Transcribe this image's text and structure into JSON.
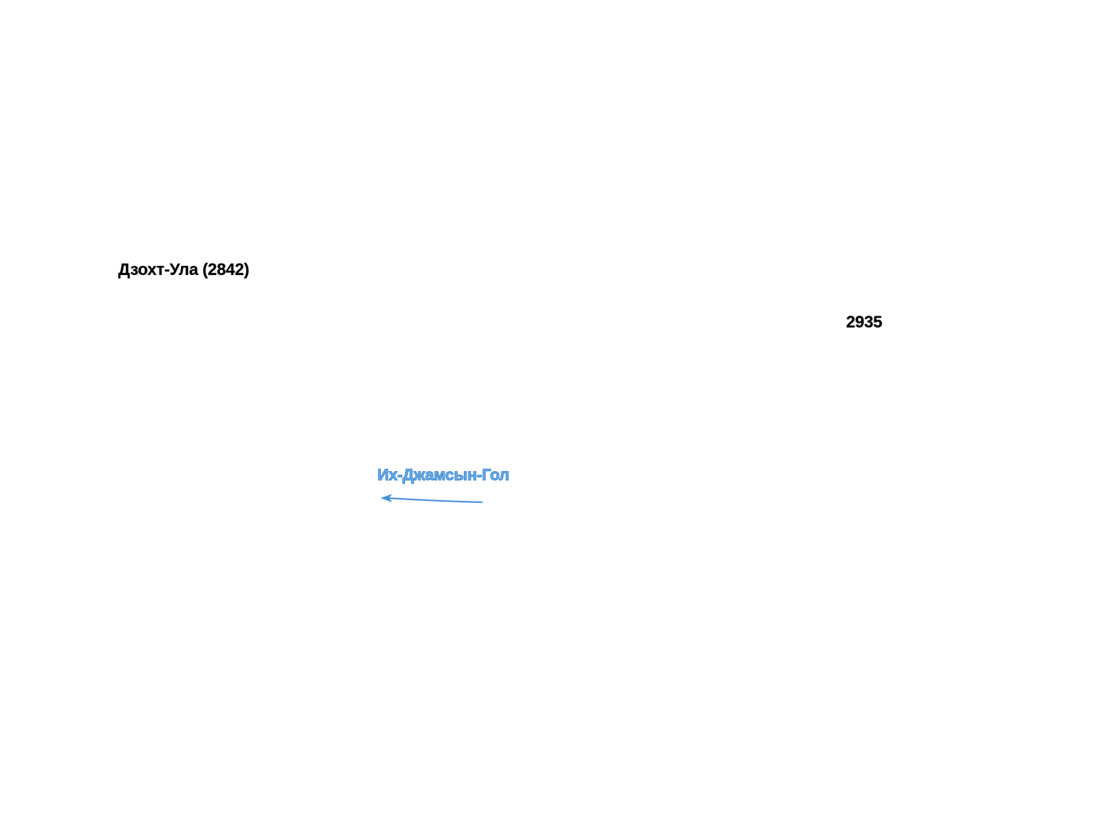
{
  "map": {
    "labels": {
      "peak_1": "Дзохт-Ула (2842)",
      "peak_2": "2935",
      "river": "Их-Джамсын-Гол"
    },
    "colors": {
      "background": "#ffffff",
      "peak_text": "#000000",
      "river_text": "#6aaee8",
      "river_outline": "#3f86c9",
      "flow_arrow": "#4a90d9"
    },
    "flow_arrow": {
      "icon": "left-arrow-icon",
      "direction": "west"
    }
  }
}
